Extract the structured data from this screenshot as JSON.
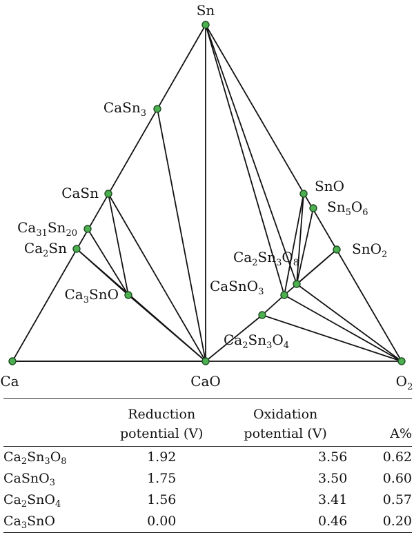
{
  "vertices": {
    "top": "Sn",
    "left": "Ca",
    "middle": "CaO",
    "right": "O2"
  },
  "phases": [
    "Sn",
    "CaSn3",
    "CaSn",
    "Ca31Sn20",
    "Ca2Sn",
    "Ca3SnO",
    "Ca",
    "CaO",
    "O2",
    "SnO",
    "Sn5O6",
    "SnO2",
    "Ca2Sn3O8",
    "CaSnO3",
    "Ca2Sn3O4"
  ],
  "labels": {
    "Sn": "Sn",
    "Ca": "Ca",
    "CaO": "CaO",
    "O2": "O2",
    "CaSn3": "CaSn3",
    "CaSn": "CaSn",
    "Ca31Sn20": "Ca31Sn20",
    "Ca2Sn": "Ca2Sn",
    "Ca3SnO": "Ca3SnO",
    "SnO": "SnO",
    "Sn5O6": "Sn5O6",
    "SnO2": "SnO2",
    "Ca2Sn3O8": "Ca2Sn3O8",
    "CaSnO3": "CaSnO3",
    "Ca2Sn3O4": "Ca2Sn3O4"
  },
  "table": {
    "headers": {
      "reduction_line1": "Reduction",
      "reduction_line2": "potential (V)",
      "oxidation_line1": "Oxidation",
      "oxidation_line2": "potential (V)",
      "a_percent": "A%"
    },
    "rows": [
      {
        "compound": "Ca2Sn3O8",
        "reduction": "1.92",
        "oxidation": "3.56",
        "a": "0.62"
      },
      {
        "compound": "CaSnO3",
        "reduction": "1.75",
        "oxidation": "3.50",
        "a": "0.60"
      },
      {
        "compound": "Ca2SnO4",
        "reduction": "1.56",
        "oxidation": "3.41",
        "a": "0.57"
      },
      {
        "compound": "Ca3SnO",
        "reduction": "0.00",
        "oxidation": "0.46",
        "a": "0.20"
      }
    ]
  },
  "colors": {
    "phase_fill": "#4caf50",
    "phase_stroke": "#1e4d22",
    "line": "#111111"
  }
}
